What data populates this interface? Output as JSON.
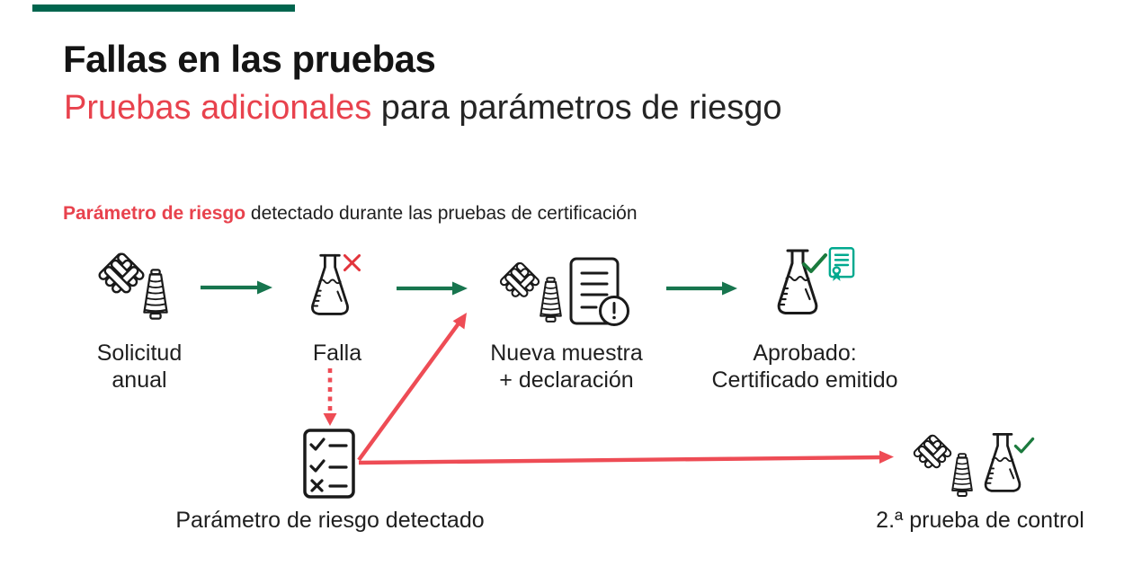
{
  "header": {
    "title": "Fallas en las pruebas",
    "subtitle_highlight": "Pruebas adicionales",
    "subtitle_rest": " para parámetros de riesgo"
  },
  "intro": {
    "highlight": "Parámetro de riesgo",
    "rest": " detectado durante las pruebas de certificación"
  },
  "flow": {
    "steps": [
      {
        "label1": "Solicitud",
        "label2": "anual",
        "icon": "fabric-and-yarn-icon"
      },
      {
        "label1": "Falla",
        "label2": "",
        "icon": "flask-failed-icon"
      },
      {
        "label1": "Nueva muestra",
        "label2": "+ declaración",
        "icon": "fabric-yarn-and-declaration-icon"
      },
      {
        "label1": "Aprobado:",
        "label2": "Certificado emitido",
        "icon": "flask-approved-certificate-icon"
      }
    ],
    "branch_label": "Parámetro de riesgo detectado",
    "control_label": "2.ª prueba de control",
    "branch_icon": "risk-checklist-icon",
    "control_icon": "fabric-yarn-flask-approved-icon"
  },
  "colors": {
    "accent_bar_green": "#00654e",
    "dark_green_arrow": "#17754e",
    "green_check": "#1b7a3d",
    "teal_certificate": "#00a98f",
    "red_text": "#e8424d",
    "red_arrow": "#ee4c55",
    "red_x": "#e2343c",
    "ink": "#1a1a1a"
  }
}
